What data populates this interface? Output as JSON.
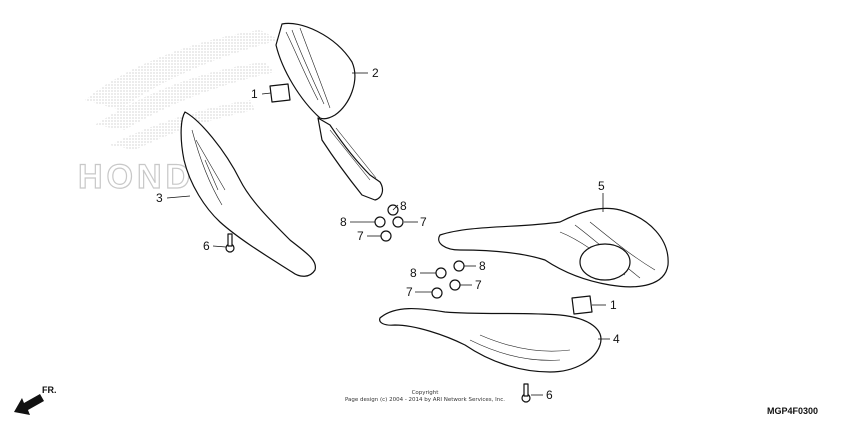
{
  "diagram": {
    "code": "MGP4F0300",
    "direction_label": "FR.",
    "copyright_line1": "Copyright",
    "copyright_line2": "Page design (c) 2004 - 2014 by ARI Network Services, Inc.",
    "watermark_text": "HONDA"
  },
  "callouts": {
    "c1a": "1",
    "c2": "2",
    "c3": "3",
    "c6a": "6",
    "c8a": "8",
    "c8b": "8",
    "c7a": "7",
    "c7b": "7",
    "c5": "5",
    "c8c": "8",
    "c8d": "8",
    "c7c": "7",
    "c7d": "7",
    "c1b": "1",
    "c4": "4",
    "c6b": "6"
  }
}
